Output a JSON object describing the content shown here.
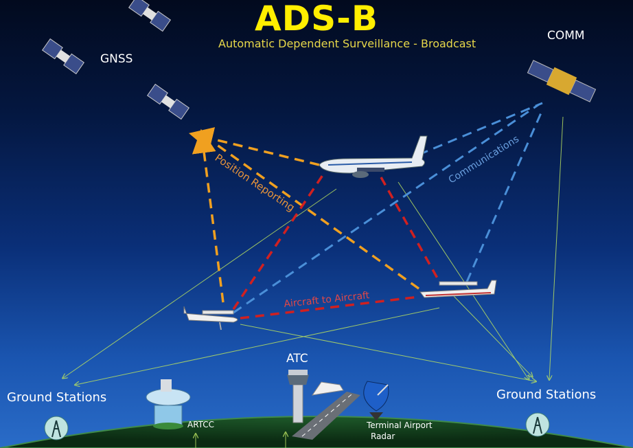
{
  "title": "ADS-B",
  "subtitle": "Automatic Dependent Surveillance - Broadcast",
  "labels": {
    "gnss": "GNSS",
    "comm": "COMM",
    "position_reporting": "Position Reporting",
    "communications": "Communications",
    "aircraft_to_aircraft": "Aircraft to Aircraft",
    "atc": "ATC",
    "ground_stations_left": "Ground Stations",
    "ground_stations_right": "Ground Stations",
    "artcc": "ARTCC",
    "terminal_radar_line1": "Terminal Airport",
    "terminal_radar_line2": "Radar"
  },
  "colors": {
    "title": "#ffee00",
    "position_link": "#f0a020",
    "aircraft_link": "#d02020",
    "comm_link": "#4a8fd8",
    "ground_link": "#b8e060",
    "earth": "#0f3a1a"
  },
  "icons": [
    "satellite-icon",
    "comm-satellite-icon",
    "airliner-icon",
    "light-aircraft-icon",
    "control-tower-icon",
    "artcc-icon",
    "radar-dish-icon",
    "antenna-tower-icon",
    "runway-icon"
  ]
}
